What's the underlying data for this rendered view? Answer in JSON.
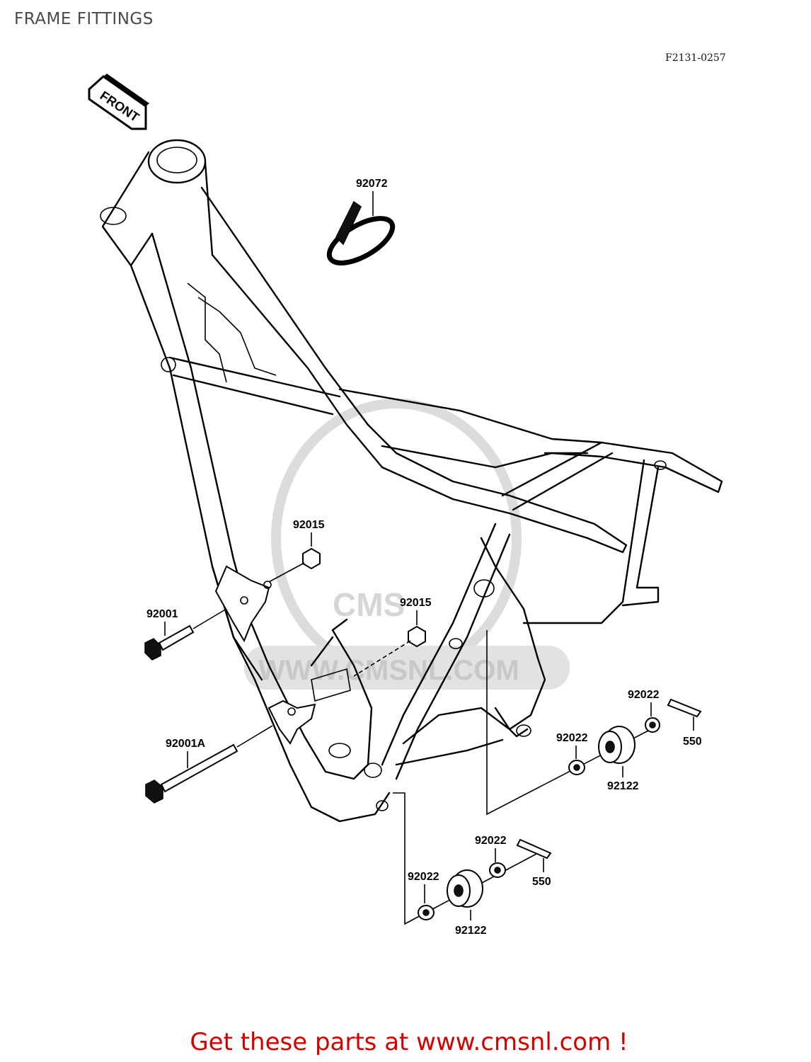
{
  "page": {
    "title": "FRAME FITTINGS",
    "diagram_code": "F2131-0257",
    "front_arrow": "FRONT",
    "footer_cta": "Get these parts at www.cmsnl.com !"
  },
  "watermark": {
    "brand": "CMS",
    "url": "WWW.CMSNL.COM"
  },
  "colors": {
    "footer_cta": "#d40000",
    "title": "#4a4a4a",
    "watermark": "#d6d6d6"
  },
  "parts": [
    {
      "id": "p-92072",
      "label": "92072"
    },
    {
      "id": "p-92015-a",
      "label": "92015"
    },
    {
      "id": "p-92015-b",
      "label": "92015"
    },
    {
      "id": "p-92001",
      "label": "92001"
    },
    {
      "id": "p-92001A",
      "label": "92001A"
    },
    {
      "id": "p-92022-a",
      "label": "92022"
    },
    {
      "id": "p-92022-b",
      "label": "92022"
    },
    {
      "id": "p-92022-c",
      "label": "92022"
    },
    {
      "id": "p-92022-d",
      "label": "92022"
    },
    {
      "id": "p-550-a",
      "label": "550"
    },
    {
      "id": "p-550-b",
      "label": "550"
    },
    {
      "id": "p-92122-a",
      "label": "92122"
    },
    {
      "id": "p-92122-b",
      "label": "92122"
    }
  ]
}
